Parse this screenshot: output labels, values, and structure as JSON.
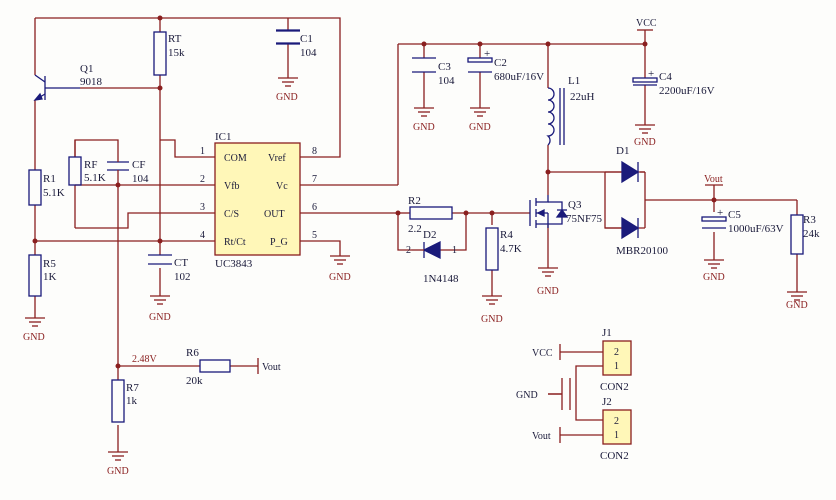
{
  "schematic": {
    "components": {
      "q1": {
        "ref": "Q1",
        "value": "9018"
      },
      "rt": {
        "ref": "RT",
        "value": "15k"
      },
      "c1": {
        "ref": "C1",
        "value": "104"
      },
      "r1": {
        "ref": "R1",
        "value": "5.1K"
      },
      "rf": {
        "ref": "RF",
        "value": "5.1K"
      },
      "cf": {
        "ref": "CF",
        "value": "104"
      },
      "r5": {
        "ref": "R5",
        "value": "1K"
      },
      "ct": {
        "ref": "CT",
        "value": "102"
      },
      "ic1": {
        "ref": "IC1",
        "value": "UC3843"
      },
      "r6": {
        "ref": "R6",
        "value": "20k"
      },
      "r7": {
        "ref": "R7",
        "value": "1k"
      },
      "c3": {
        "ref": "C3",
        "value": "104"
      },
      "c2": {
        "ref": "C2",
        "value": "680uF/16V"
      },
      "l1": {
        "ref": "L1",
        "value": "22uH"
      },
      "c4": {
        "ref": "C4",
        "value": "2200uF/16V"
      },
      "r2": {
        "ref": "R2",
        "value": "2.2"
      },
      "d2": {
        "ref": "D2",
        "value": "1N4148"
      },
      "r4": {
        "ref": "R4",
        "value": "4.7K"
      },
      "q3": {
        "ref": "Q3",
        "value": "75NF75"
      },
      "d1": {
        "ref": "D1",
        "value": "MBR20100"
      },
      "c5": {
        "ref": "C5",
        "value": "1000uF/63V"
      },
      "r3": {
        "ref": "R3",
        "value": "24k"
      },
      "j1": {
        "ref": "J1",
        "value": "CON2"
      },
      "j2": {
        "ref": "J2",
        "value": "CON2"
      }
    },
    "ic_pins": {
      "p1": {
        "num": "1",
        "name": "COM"
      },
      "p2": {
        "num": "2",
        "name": "Vfb"
      },
      "p3": {
        "num": "3",
        "name": "C/S"
      },
      "p4": {
        "num": "4",
        "name": "Rt/Ct"
      },
      "p5": {
        "num": "5",
        "name": "P_G"
      },
      "p6": {
        "num": "6",
        "name": "OUT"
      },
      "p7": {
        "num": "7",
        "name": "Vc"
      },
      "p8": {
        "num": "8",
        "name": "Vref"
      }
    },
    "d2_pins": {
      "a": "2",
      "k": "1"
    },
    "connector_pins": {
      "one": "1",
      "two": "2"
    },
    "nets": {
      "gnd": "GND",
      "vcc": "VCC",
      "vout": "Vout",
      "feedback_voltage": "2.48V"
    },
    "colors": {
      "wire": "#8a1f1f",
      "component": "#1a1a7a",
      "ic_fill": "#fff7b8",
      "voltage_note": "#c0392b"
    }
  }
}
